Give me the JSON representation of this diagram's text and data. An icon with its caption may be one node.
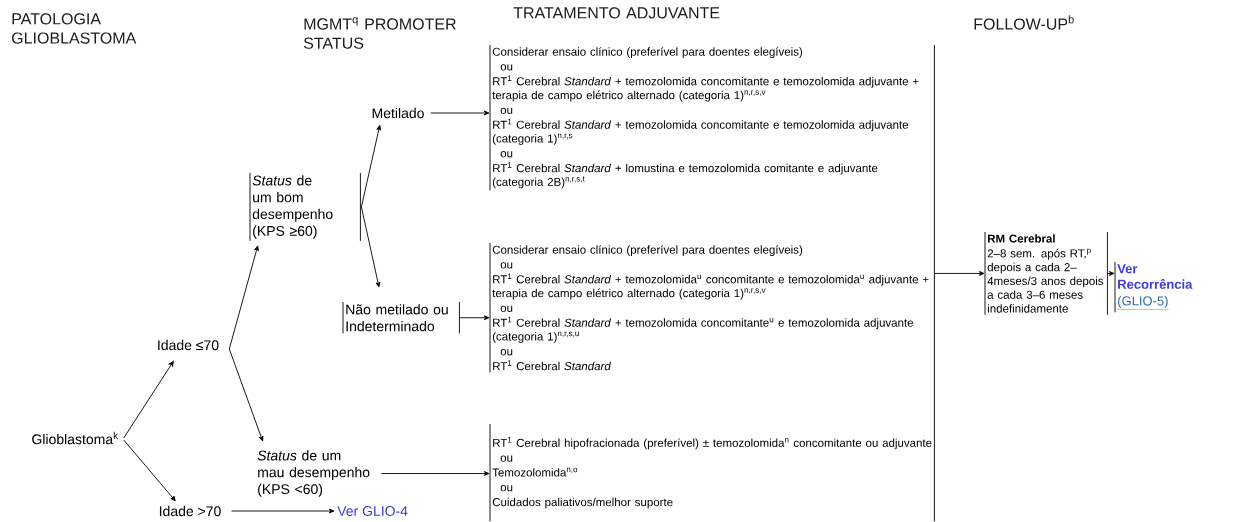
{
  "diagram": {
    "nodes": [
      {
        "text": [
          "Glioblastoma$^{k}$"
        ]
      },
      {
        "text": [
          "Idade ≤70"
        ]
      },
      {
        "text": [
          "Idade >70"
        ]
      },
      {
        "text": [
          "Ver GLIO-4"
        ]
      },
      {
        "text": [
          "*Status* de um bom desempenho (KPS ≥60)"
        ]
      },
      {
        "text": [
          "*Status* de um mau desempenho (KPS <60)"
        ]
      },
      {
        "text": [
          "Metilado"
        ]
      },
      {
        "text": [
          "Não metilado ou Indeterminado"
        ]
      },
      {
        "text": [
          "Considerar ensaio clínico (preferível para doentes elegíveis)",
          "ou",
          "RT$^{1}$ Cerebral *Standard* + temozolomida concomitante e temozolomida adjuvante + terapia de campo elétrico alternado (categoria 1)$^{n,r,s,v}$",
          "ou",
          "RT$^{1}$ Cerebral *Standard* + temozolomida concomitante e temozolomida adjuvante (categoria 1)$^{n,r,s}$",
          "ou",
          "RT$^{1}$ Cerebral *Standard* + lomustina e temozolomida comitante e adjuvante (categoria 2B)$^{n,r,s,t}$"
        ]
      },
      {
        "text": [
          "Considerar ensaio clínico (preferível para doentes elegíveis)",
          "ou",
          "RT$^{1}$ Cerebral *Standard* + temozolomida$^{u}$ concomitante e temozolomida$^{u}$ adjuvante + terapia de campo elétrico alternado (categoria 1)$^{n,r,s,v}$",
          "ou",
          "RT$^{1}$ Cerebral *Standard* + temozolomida concomitante$^{u}$ e temozolomida adjuvante (categoria 1)$^{n,r,s,u}$",
          "ou",
          "RT$^{1}$ Cerebral *Standard*"
        ]
      },
      {
        "text": [
          "RT$^{1}$ Cerebral hipofracionada (preferível) ± temozolomida$^{n}$ concomitante ou adjuvante",
          "ou",
          "Temozolomida$^{n,o}$",
          "ou",
          "Cuidados paliativos/melhor suporte"
        ]
      },
      {
        "text": [
          "RM Cerebral",
          "2–8 sem. após RT,$^{p}$ depois a cada 2–4meses/3 anos depois a cada 3–6 meses indefinidamente"
        ]
      },
      {
        "text": [
          "Ver Recorrência",
          "(GLIO-5)"
        ]
      }
    ],
    "edges": [
      {
        "from": 0,
        "to": 1,
        "arrow": "to"
      },
      {
        "from": 0,
        "to": 2,
        "arrow": "to"
      },
      {
        "from": 1,
        "to": 4,
        "arrow": "to"
      },
      {
        "from": 1,
        "to": 5,
        "arrow": "to"
      },
      {
        "from": 4,
        "to": 6,
        "arrow": "to"
      },
      {
        "from": 4,
        "to": 7,
        "arrow": "to"
      },
      {
        "from": 6,
        "to": 8,
        "arrow": "to"
      },
      {
        "from": 7,
        "to": 9,
        "arrow": "to"
      },
      {
        "from": 5,
        "to": 10,
        "arrow": "to"
      },
      {
        "from": 2,
        "to": 3,
        "arrow": "to"
      },
      {
        "from": 8,
        "to": 11,
        "arrow": "to"
      },
      {
        "from": 9,
        "to": 11,
        "arrow": "to"
      },
      {
        "from": 10,
        "to": 11,
        "arrow": "to"
      },
      {
        "from": 11,
        "to": 12,
        "arrow": "to"
      }
    ],
    "labels": [
      "PATOLOGIA GLIOBLASTOMA",
      "MGMT$^{q}$ PROMOTER STATUS",
      "TRATAMENTO ADJUVANTE",
      "FOLLOW-UP$^{b}$"
    ]
  }
}
